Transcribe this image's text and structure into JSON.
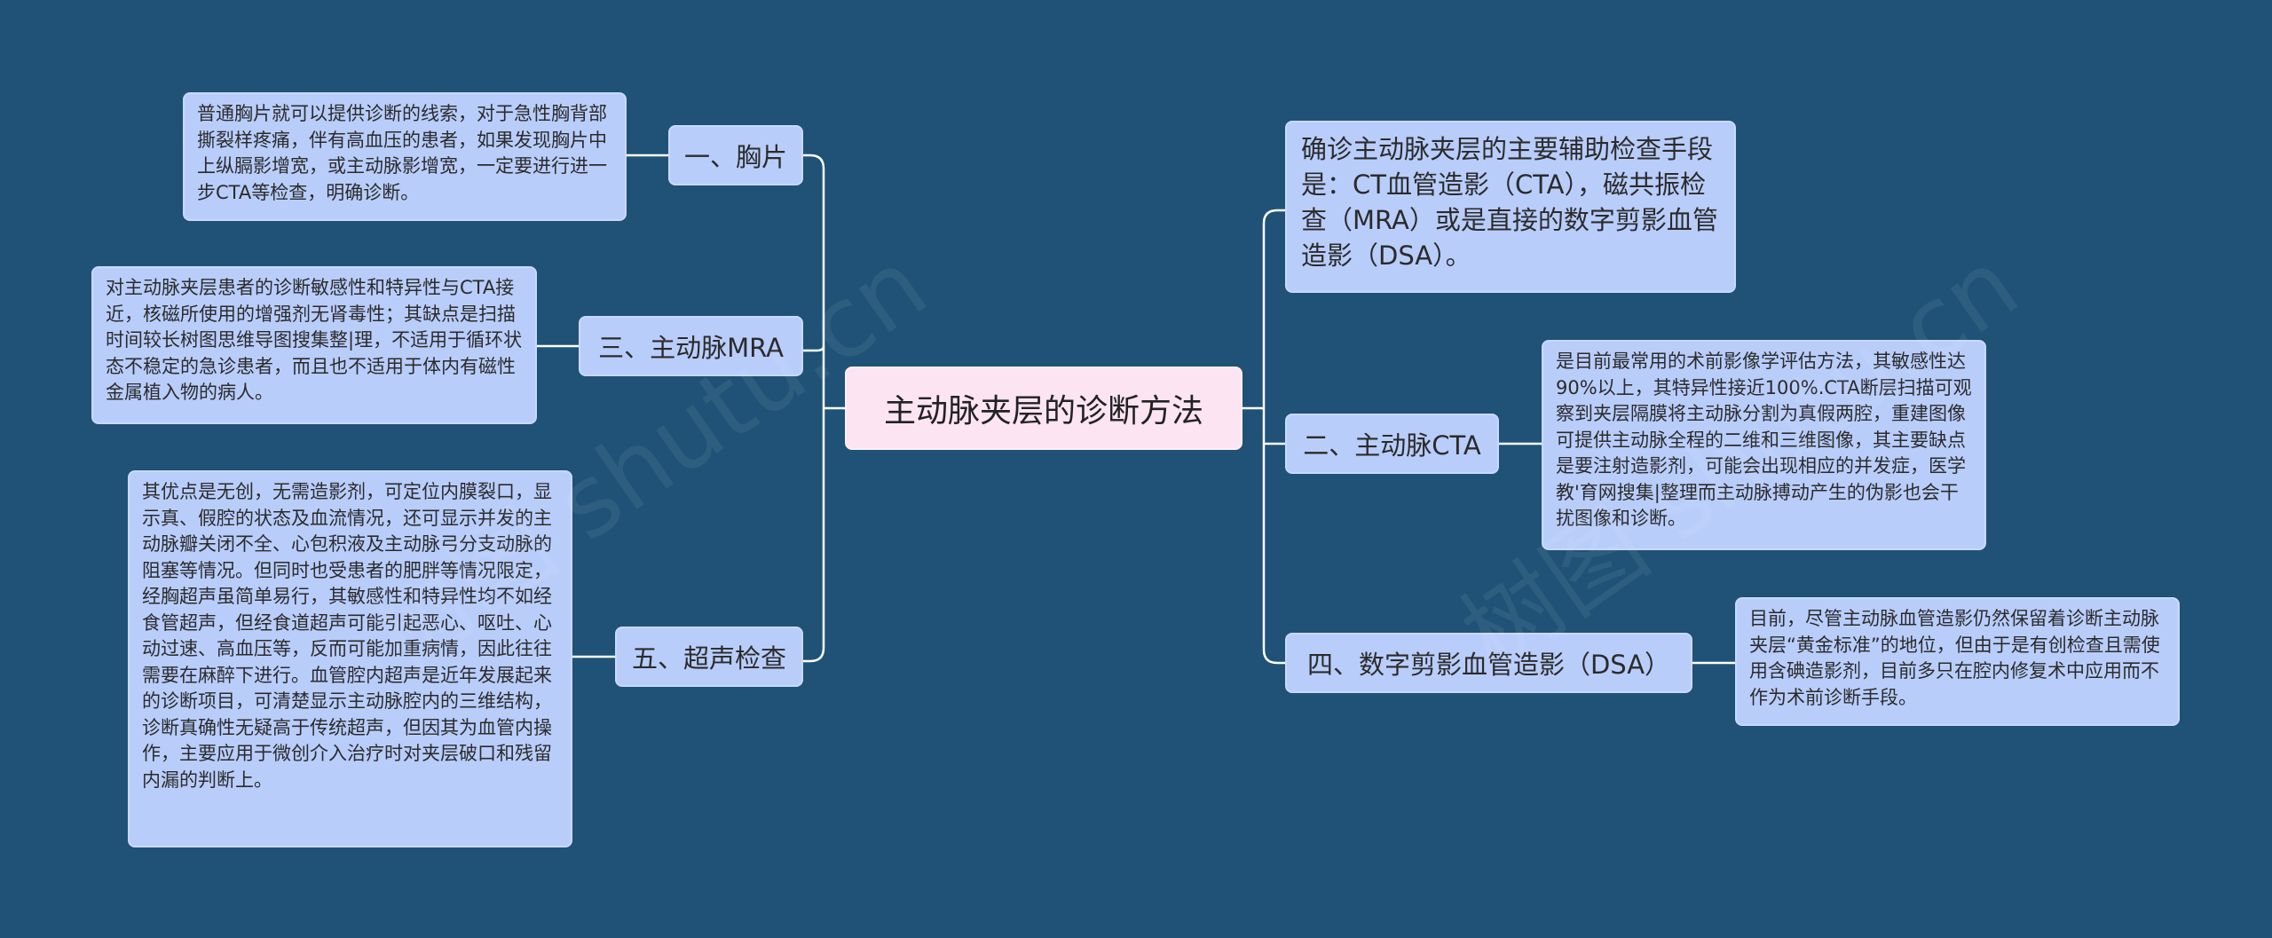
{
  "root": {
    "label": "主动脉夹层的诊断方法"
  },
  "branches": {
    "chest_xray": {
      "label": "一、胸片",
      "detail": "普通胸片就可以提供诊断的线索，对于急性胸背部撕裂样疼痛，伴有高血压的患者，如果发现胸片中上纵膈影增宽，或主动脉影增宽，一定要进行进一步CTA等检查，明确诊断。"
    },
    "mra": {
      "label": "三、主动脉MRA",
      "detail": "对主动脉夹层患者的诊断敏感性和特异性与CTA接近，核磁所使用的增强剂无肾毒性；其缺点是扫描时间较长树图思维导图搜集整|理，不适用于循环状态不稳定的急诊患者，而且也不适用于体内有磁性金属植入物的病人。"
    },
    "ultrasound": {
      "label": "五、超声检查",
      "detail": "其优点是无创，无需造影剂，可定位内膜裂口，显示真、假腔的状态及血流情况，还可显示并发的主动脉瓣关闭不全、心包积液及主动脉弓分支动脉的阻塞等情况。但同时也受患者的肥胖等情况限定，经胸超声虽简单易行，其敏感性和特异性均不如经食管超声，但经食道超声可能引起恶心、呕吐、心动过速、高血压等，反而可能加重病情，因此往往需要在麻醉下进行。血管腔内超声是近年发展起来的诊断项目，可清楚显示主动脉腔内的三维结构，诊断真确性无疑高于传统超声，但因其为血管内操作，主要应用于微创介入治疗时对夹层破口和残留内漏的判断上。"
    },
    "summary": {
      "label": "确诊主动脉夹层的主要辅助检查手段是：CT血管造影（CTA），磁共振检查（MRA）或是直接的数字剪影血管造影（DSA）。"
    },
    "cta": {
      "label": "二、主动脉CTA",
      "detail": "是目前最常用的术前影像学评估方法，其敏感性达90%以上，其特异性接近100%.CTA断层扫描可观察到夹层隔膜将主动脉分割为真假两腔，重建图像可提供主动脉全程的二维和三维图像，其主要缺点是要注射造影剂，可能会出现相应的并发症，医学教'育网搜集|整理而主动脉搏动产生的伪影也会干扰图像和诊断。"
    },
    "dsa": {
      "label": "四、数字剪影血管造影（DSA）",
      "detail": "目前，尽管主动脉血管造影仍然保留着诊断主动脉夹层“黄金标准”的地位，但由于是有创检查且需使用含碘造影剂，目前多只在腔内修复术中应用而不作为术前诊断手段。"
    }
  },
  "watermarks": [
    "树图 shutu.cn",
    "树图 shutu.cn"
  ],
  "colors": {
    "background": "#1f5276",
    "node": "#b9cdfb",
    "root": "#fde4f2",
    "line": "#ffffff"
  }
}
